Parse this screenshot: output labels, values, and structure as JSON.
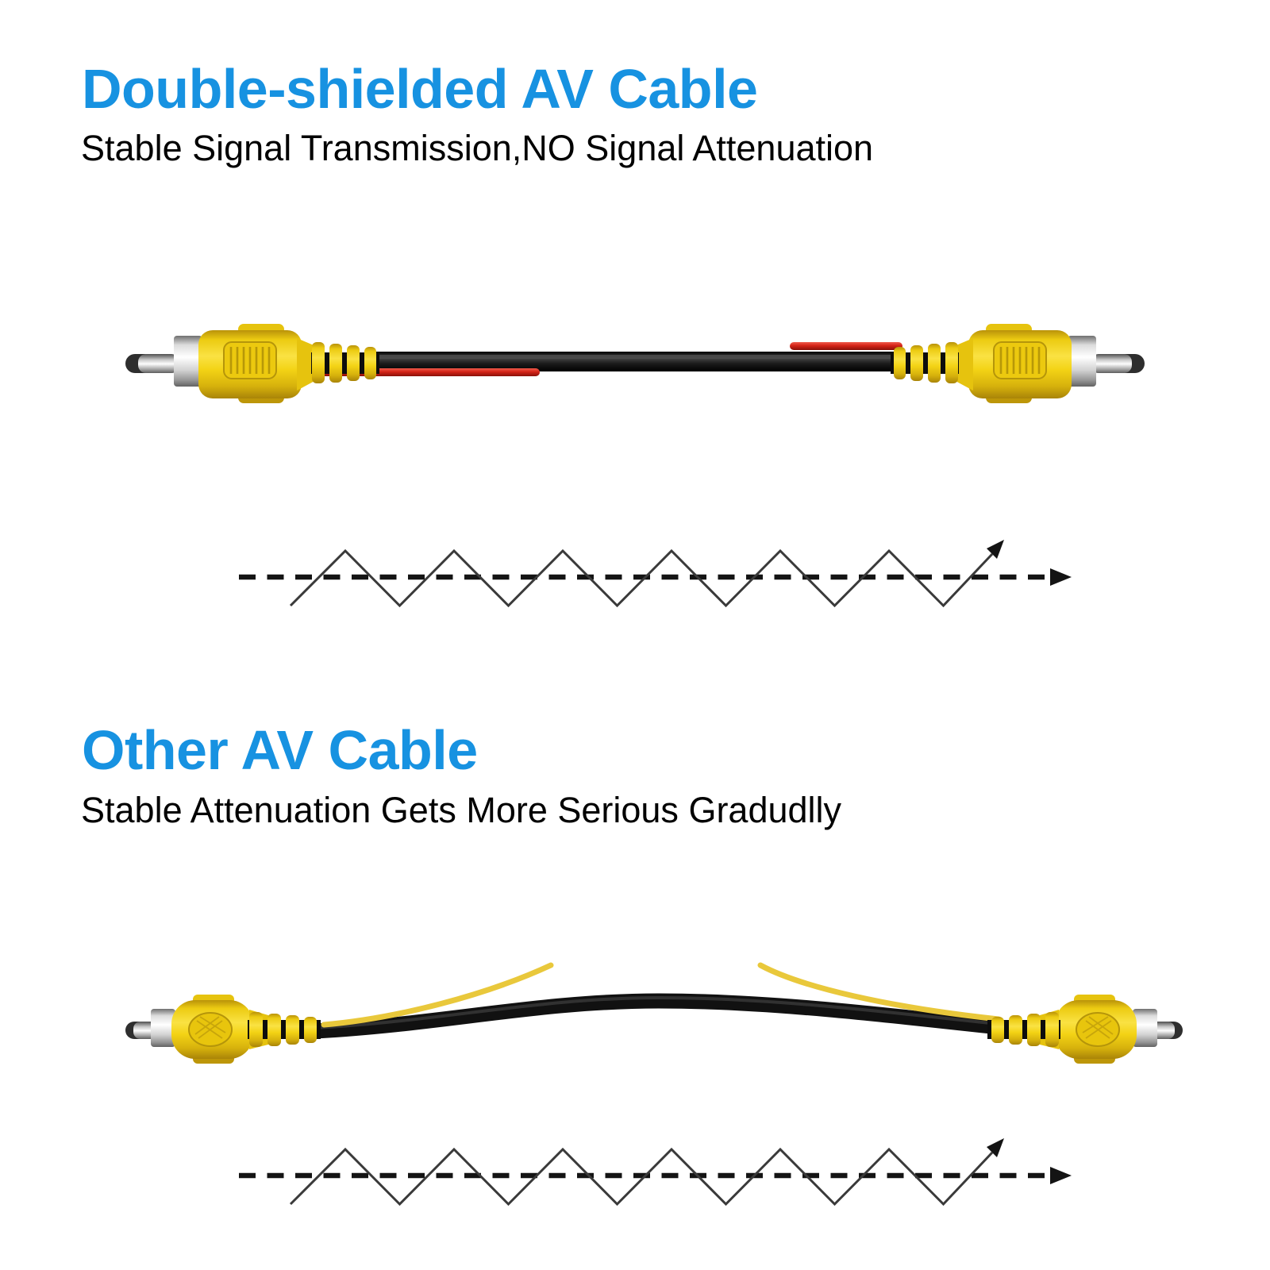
{
  "colors": {
    "accent": "#1792e1",
    "text": "#000000",
    "connector-yellow": "#f2cf0e",
    "wire-red": "#d42317",
    "wire-yellow": "#e9c83b",
    "cable-black": "#161616",
    "plug-silver": "#d9d9d9",
    "zigzag-gray": "#3a3a3a",
    "dash-black": "#141414"
  },
  "sections": [
    {
      "heading": "Double-shielded AV Cable",
      "subheading": "Stable Signal Transmission,NO Signal Attenuation",
      "cable_photo": "double-shielded-av-cable-with-yellow-rca-plugs-and-red-shield-wires",
      "waveform": "stable-signal-zigzag-waveform-with-arrows"
    },
    {
      "heading": "Other AV Cable",
      "subheading": "Stable Attenuation Gets More Serious Gradudlly",
      "cable_photo": "other-av-cable-with-yellow-rca-plugs-and-loose-yellow-wires",
      "waveform": "attenuated-signal-zigzag-waveform-with-arrows"
    }
  ]
}
